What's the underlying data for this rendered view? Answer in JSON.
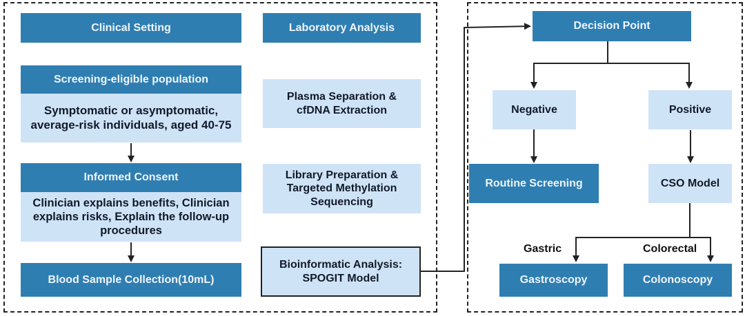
{
  "clinical": {
    "header": "Clinical Setting",
    "population_title": "Screening-eligible population",
    "population_body": "Symptomatic or asymptomatic, average-risk individuals, aged 40-75",
    "consent_title": "Informed Consent",
    "consent_body": "Clinician explains benefits, Clinician explains risks, Explain the follow-up procedures",
    "blood_sample": "Blood Sample Collection(10mL)"
  },
  "laboratory": {
    "header": "Laboratory Analysis",
    "plasma": "Plasma Separation & cfDNA Extraction",
    "library": "Library Preparation & Targeted Methylation Sequencing",
    "bioinformatic": "Bioinformatic Analysis: SPOGIT Model"
  },
  "decision": {
    "header": "Decision Point",
    "negative": "Negative",
    "positive": "Positive",
    "routine": "Routine Screening",
    "cso": "CSO Model",
    "gastric_label": "Gastric",
    "colorectal_label": "Colorectal",
    "gastroscopy": "Gastroscopy",
    "colonoscopy": "Colonoscopy"
  },
  "colors": {
    "dark_box": "#2f7eb1",
    "light_box": "#cfe3f7"
  }
}
